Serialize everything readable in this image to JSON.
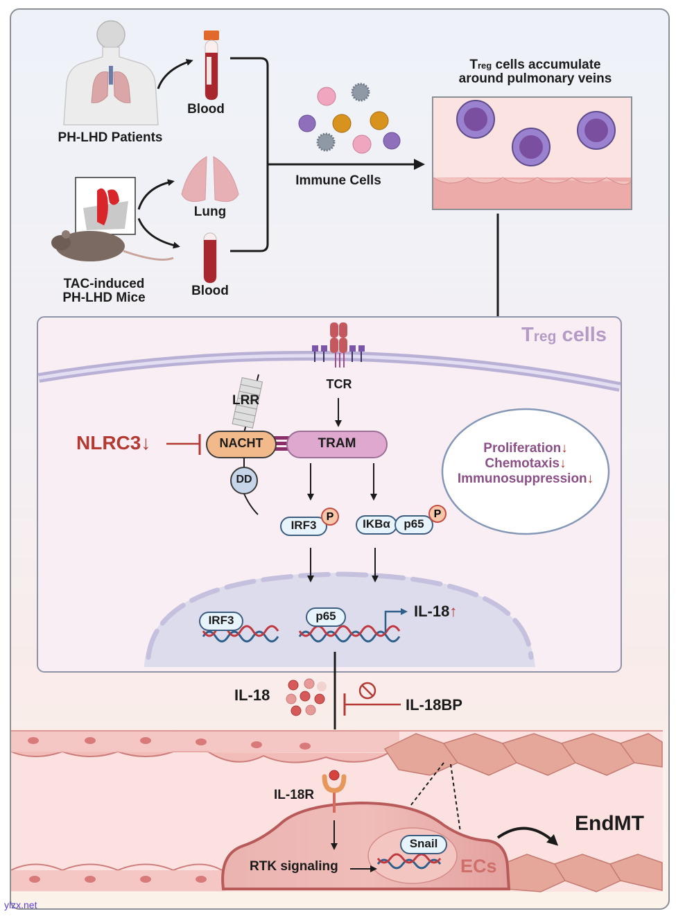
{
  "figure": {
    "top_section": {
      "source_human": "PH-LHD Patients",
      "source_mouse_line1": "TAC-induced",
      "source_mouse_line2": "PH-LHD Mice",
      "sample_blood_human": "Blood",
      "sample_lung": "Lung",
      "sample_blood_mouse": "Blood",
      "immune_cells_label": "Immune Cells",
      "vein_title_prefix": "T",
      "vein_title_sub": "reg",
      "vein_title_line1_rest": " cells accumulate",
      "vein_title_line2": "around pulmonary veins"
    },
    "treg_panel": {
      "title_prefix": "T",
      "title_sub": "reg",
      "title_rest": " cells",
      "tcr": "TCR",
      "lrr": "LRR",
      "nacht": "NACHT",
      "tram": "TRAM",
      "dd": "DD",
      "nlrc3": "NLRC3",
      "irf3": "IRF3",
      "ikba": "IKBα",
      "p65": "p65",
      "phospho": "P",
      "nucleus_irf3": "IRF3",
      "nucleus_p65": "p65",
      "il18_up": "IL-18",
      "effects": [
        "Proliferation",
        "Chemotaxis",
        "Immunosuppression"
      ]
    },
    "bottom_section": {
      "il18": "IL-18",
      "il18bp": "IL-18BP",
      "il18r": "IL-18R",
      "rtk": "RTK signaling",
      "snail": "Snail",
      "ecs": "ECs",
      "endmt": "EndMT"
    },
    "arrows": {
      "down": "↓",
      "up": "↑"
    },
    "colors": {
      "inhibit_red": "#b33a33",
      "treg_purple": "#8e6fb0",
      "pill_border": "#3b5c7e",
      "effect_text": "#8a4f86"
    }
  },
  "watermark": "ylzx.net"
}
